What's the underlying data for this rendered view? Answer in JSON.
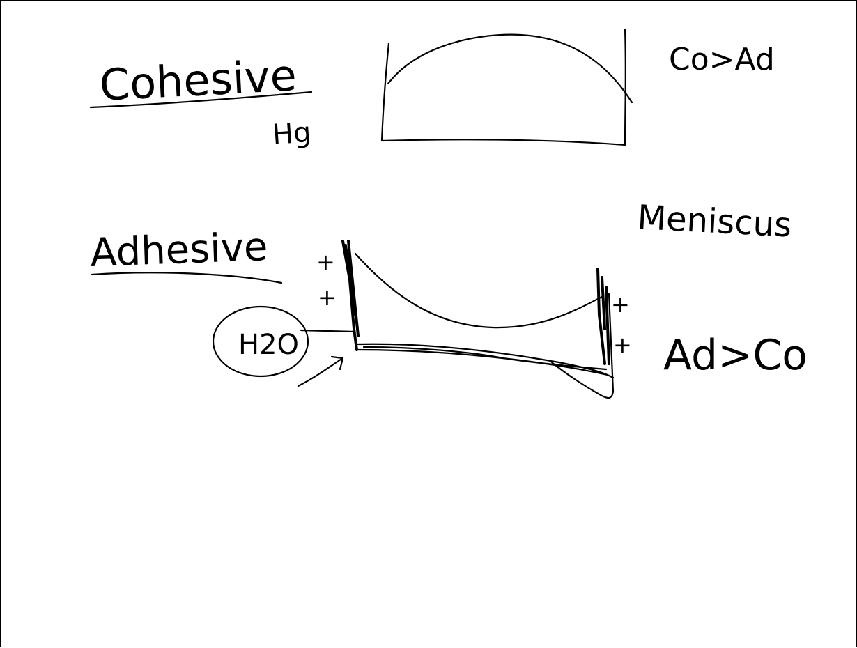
{
  "notes": {
    "cohesive_label": "Cohesive",
    "hg_label": "Hg",
    "cohesion_relation": "Co>Ad",
    "meniscus_label": "Meniscus",
    "adhesive_label": "Adhesive",
    "water_label": "H2O",
    "adhesion_relation": "Ad>Co",
    "charge_mark": "+"
  },
  "colors": {
    "ink": "#000000",
    "paper": "#ffffff"
  }
}
